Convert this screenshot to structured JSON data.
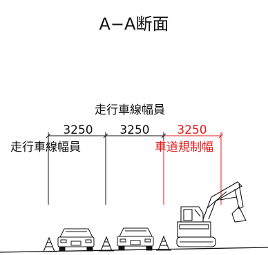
{
  "title": "A−A断面",
  "labels": {
    "overall_width_top": "走行車線幅員",
    "lane_width_left": "走行車線幅員",
    "restriction_width": "車道規制幅"
  },
  "dimensions": [
    {
      "value": "3250"
    },
    {
      "value": "3250"
    },
    {
      "value": "3250"
    }
  ],
  "colors": {
    "line": "#111111",
    "restriction": "#e41a1a"
  },
  "icons": [
    "traffic-cone-icon",
    "car-icon",
    "excavator-icon"
  ]
}
